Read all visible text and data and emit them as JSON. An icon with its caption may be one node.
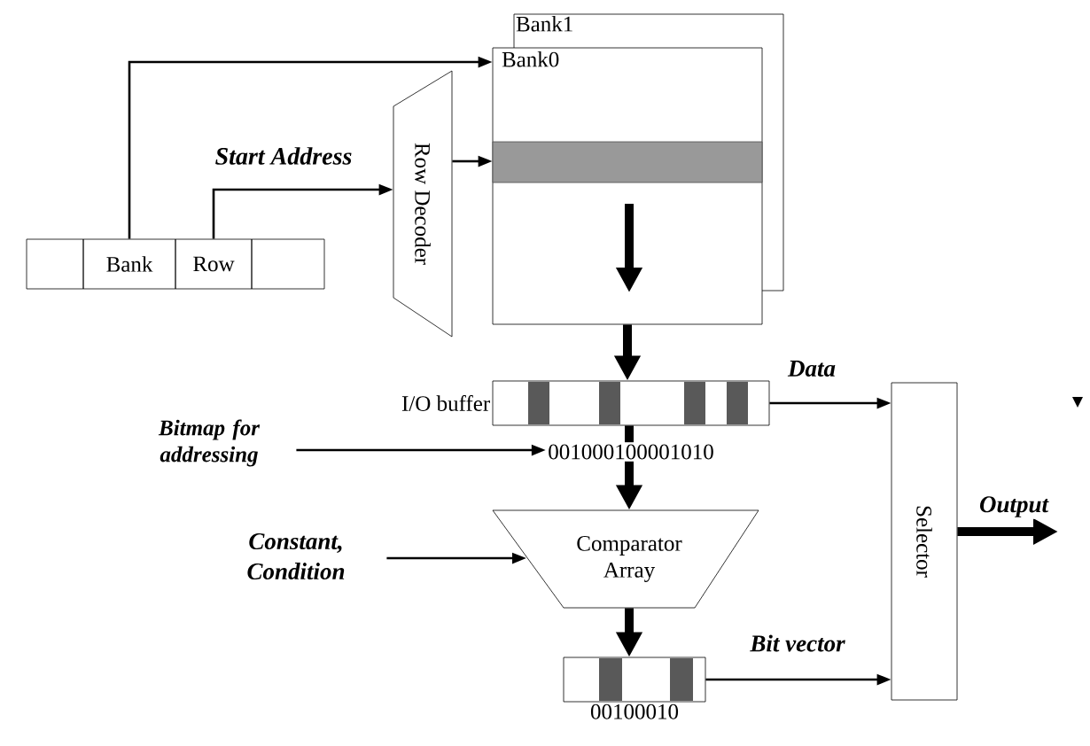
{
  "diagram": {
    "nodes": [
      {
        "text": [
          "Bank"
        ]
      },
      {
        "text": [
          "Row"
        ]
      },
      {
        "text": [
          "Row Decoder"
        ]
      },
      {
        "text": [
          "Bank1"
        ]
      },
      {
        "text": [
          "Bank0"
        ]
      },
      {
        "text": [
          "I/O buffer"
        ]
      },
      {
        "text": [
          "001000100001010"
        ]
      },
      {
        "text": [
          "Bitmap for addressing"
        ]
      },
      {
        "text": [
          "Constant, Condition"
        ]
      },
      {
        "text": [
          "Comparator Array"
        ]
      },
      {
        "text": [],
        "shape": "bar",
        "beside": [
          "00100010"
        ]
      },
      {
        "text": [
          "Selector"
        ]
      }
    ],
    "edges": [
      {
        "from": 0,
        "to": 4,
        "arrow": "to"
      },
      {
        "from": 1,
        "to": 2,
        "arrow": "to"
      },
      {
        "from": 2,
        "to": 4,
        "arrow": "to"
      },
      {
        "from": 4,
        "to": 5,
        "arrow": "to",
        "style": "thick"
      },
      {
        "from": 5,
        "to": 6,
        "arrow": "none",
        "style": "thick"
      },
      {
        "from": 6,
        "to": 9,
        "arrow": "to",
        "style": "thick"
      },
      {
        "from": 7,
        "to": 6,
        "arrow": "to"
      },
      {
        "from": 8,
        "to": 9,
        "arrow": "to"
      },
      {
        "from": 9,
        "to": 10,
        "arrow": "to",
        "style": "thick"
      },
      {
        "from": 5,
        "to": 11,
        "arrow": "to",
        "label": "Data"
      },
      {
        "from": 10,
        "to": 11,
        "arrow": "to",
        "label": "Bit vector"
      },
      {
        "from": 11,
        "to": null,
        "arrow": "to",
        "style": "thick",
        "label": "Output"
      }
    ],
    "labels": [
      "Start Address"
    ]
  }
}
